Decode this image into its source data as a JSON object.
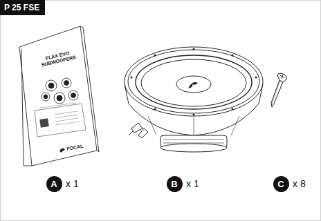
{
  "diagram": {
    "title": "P 25 FSE",
    "nodes": [
      {
        "text": [
          "A"
        ]
      },
      {
        "text": [
          "B"
        ]
      },
      {
        "text": [
          "C"
        ]
      }
    ],
    "labels": [
      "FLAX EVO SUBWOOFERS",
      "FOCAL",
      "x 1",
      "x 1",
      "x 8"
    ]
  }
}
